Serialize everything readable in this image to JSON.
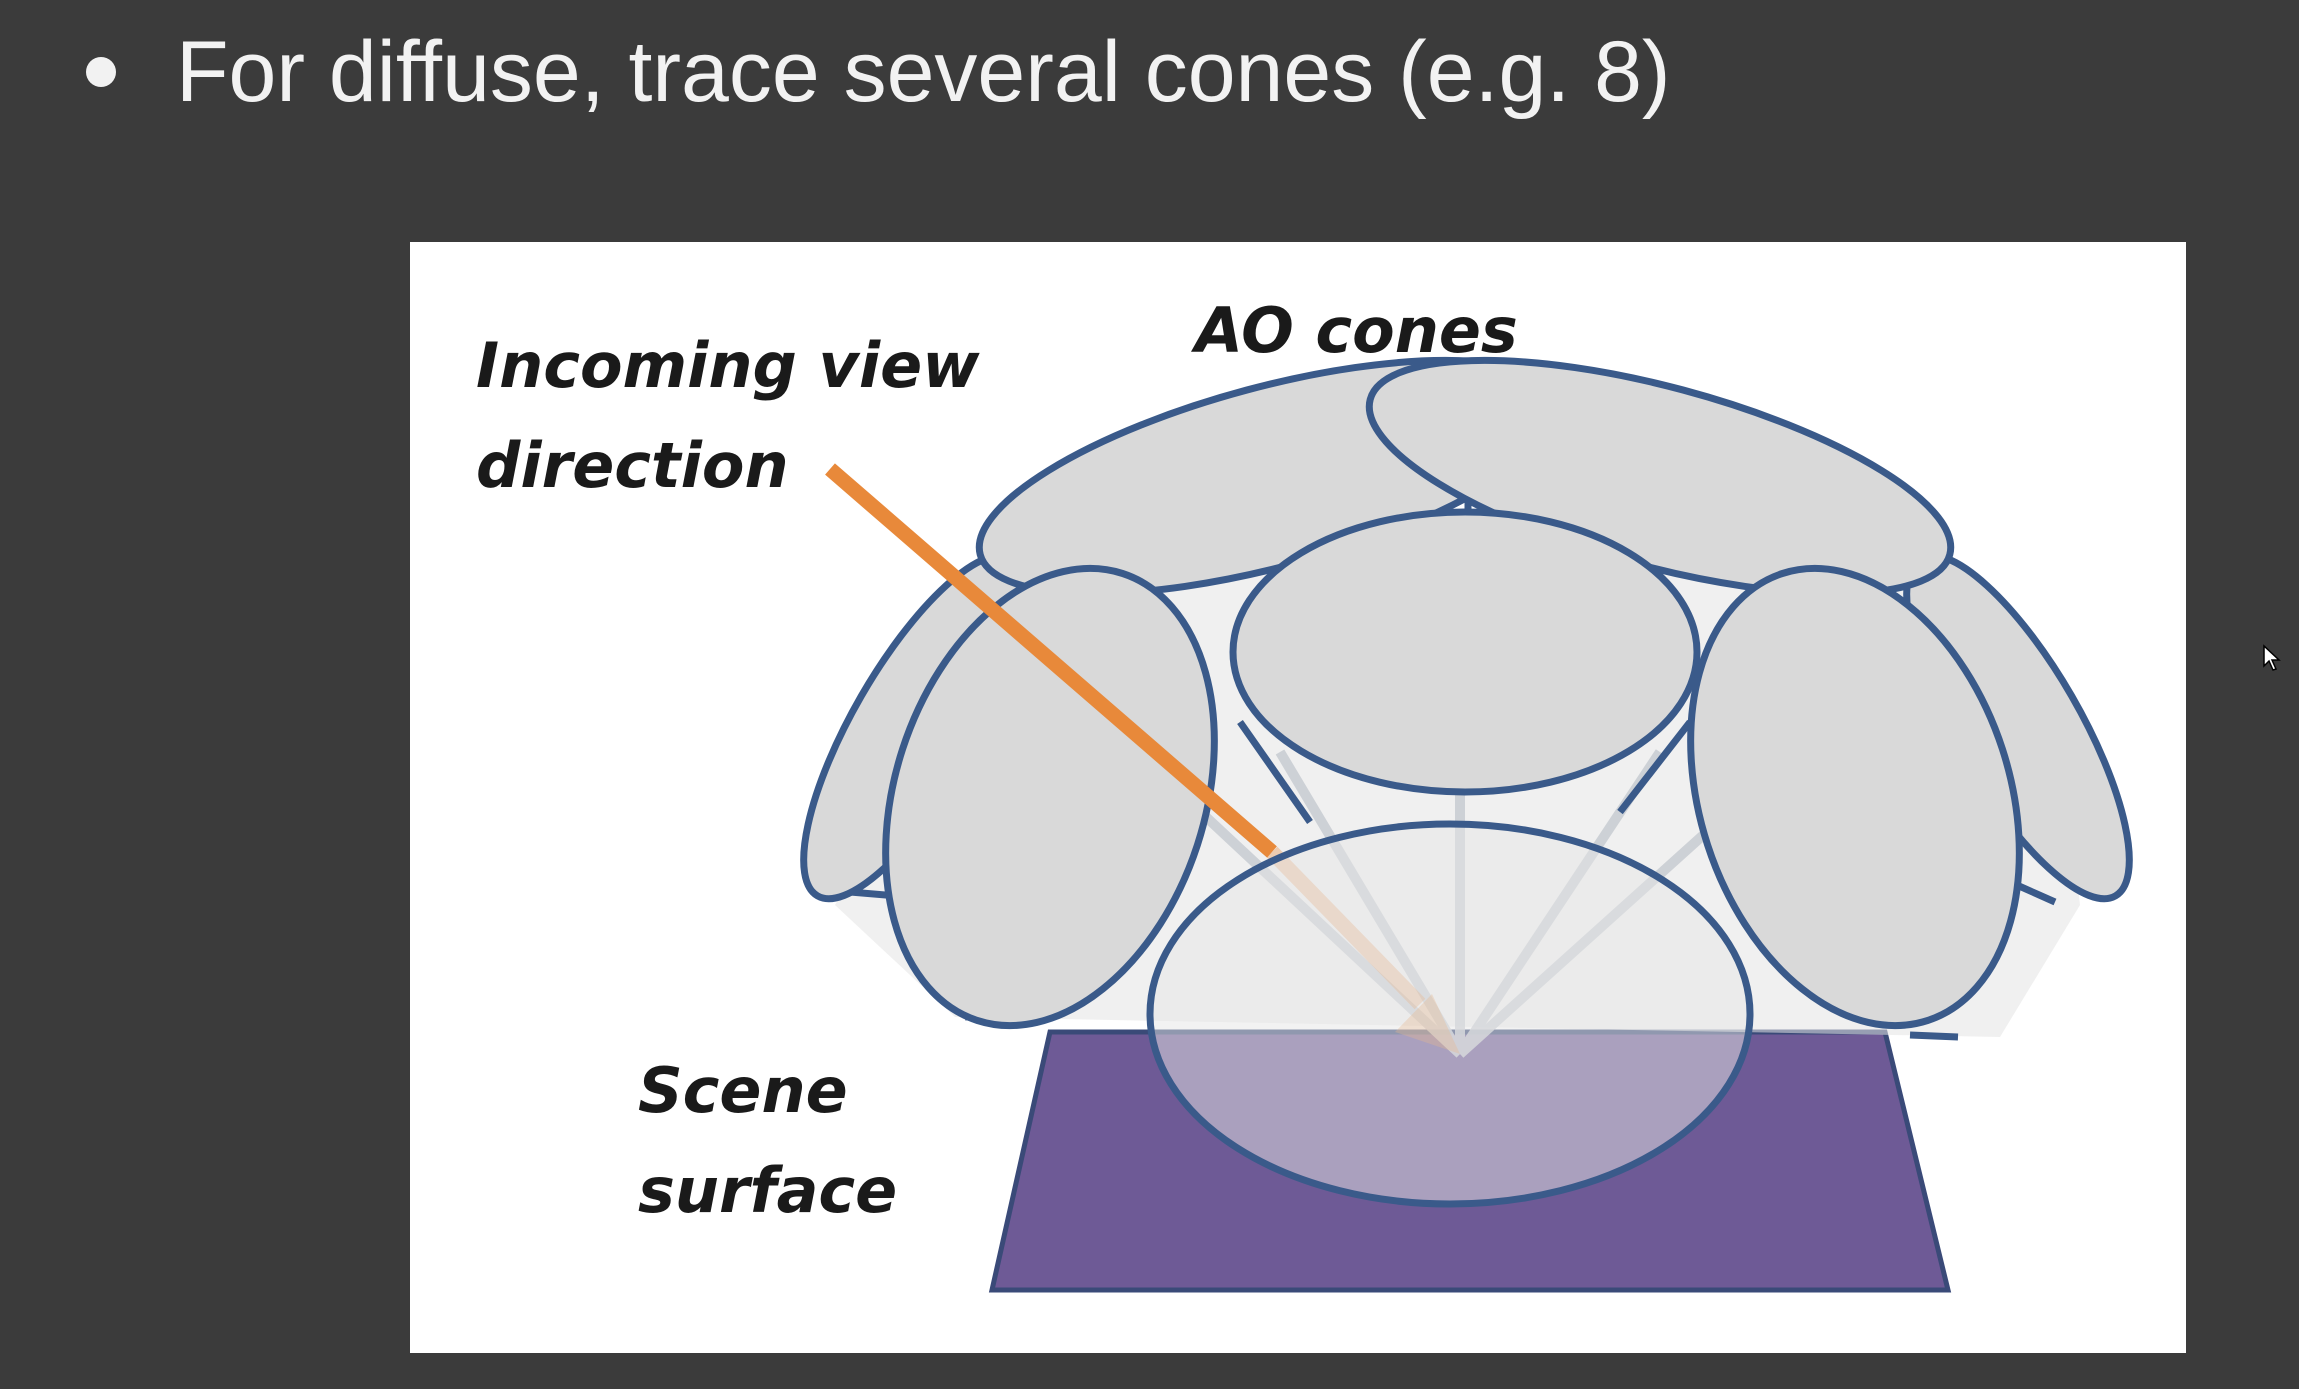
{
  "slide": {
    "bullet_text": "For diffuse, trace several cones (e.g. 8)"
  },
  "diagram": {
    "label_incoming_line1": "Incoming view",
    "label_incoming_line2": "direction",
    "label_ao_cones": "AO cones",
    "label_scene_line1": "Scene",
    "label_scene_line2": "surface",
    "cone_count": 8
  },
  "colors": {
    "background": "#3b3b3b",
    "text": "#f2f2f2",
    "cone_fill": "#d9d9d9",
    "cone_stroke": "#3a5a8a",
    "surface": "#6e5a96",
    "arrow": "#e8893a"
  },
  "icons": {
    "cursor": "mouse-pointer-icon"
  }
}
